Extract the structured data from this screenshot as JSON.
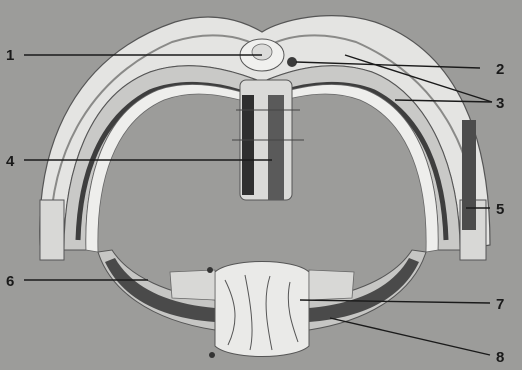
{
  "figure": {
    "labels": [
      "1",
      "2",
      "3",
      "4",
      "5",
      "6",
      "7",
      "8"
    ]
  },
  "colors": {
    "background": "#9c9c9a",
    "tissue_light": "#e6e6e4",
    "tissue_mid": "#bdbdbb",
    "tissue_dark": "#4a4a4a",
    "leader_line": "#1a1a1a"
  }
}
